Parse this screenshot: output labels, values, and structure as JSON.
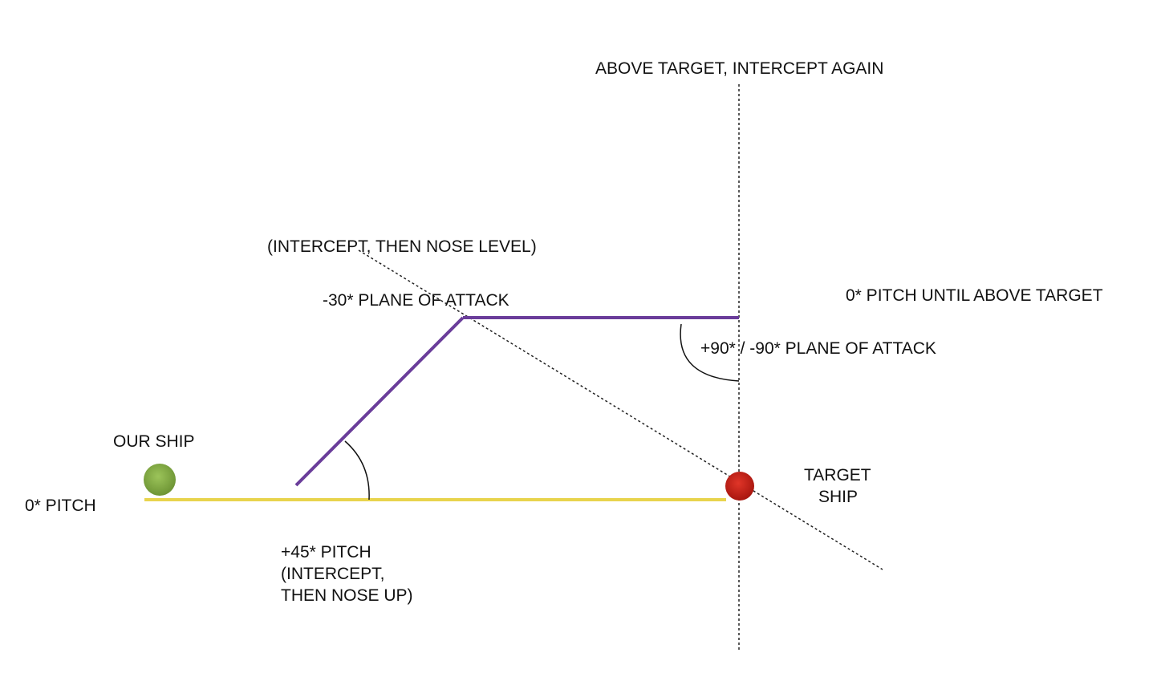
{
  "labels": {
    "above_target": "ABOVE TARGET, INTERCEPT AGAIN",
    "intercept_nose_level": "(INTERCEPT, THEN NOSE LEVEL)",
    "minus30_plane": "-30* PLANE OF ATTACK",
    "zero_pitch_until": "0* PITCH UNTIL ABOVE TARGET",
    "plus90_plane": "+90* / -90* PLANE OF ATTACK",
    "our_ship": "OUR SHIP",
    "zero_pitch": "0* PITCH",
    "target_ship_line1": "TARGET",
    "target_ship_line2": "SHIP",
    "plus45_line1": "+45* PITCH",
    "plus45_line2": "(INTERCEPT,",
    "plus45_line3": "THEN NOSE UP)"
  },
  "colors": {
    "our_ship": "#7aa33a",
    "target_ship": "#c0201a",
    "pitch_line": "#e8d44d",
    "attack_path": "#6a3d9a",
    "guide_line": "#222222"
  }
}
